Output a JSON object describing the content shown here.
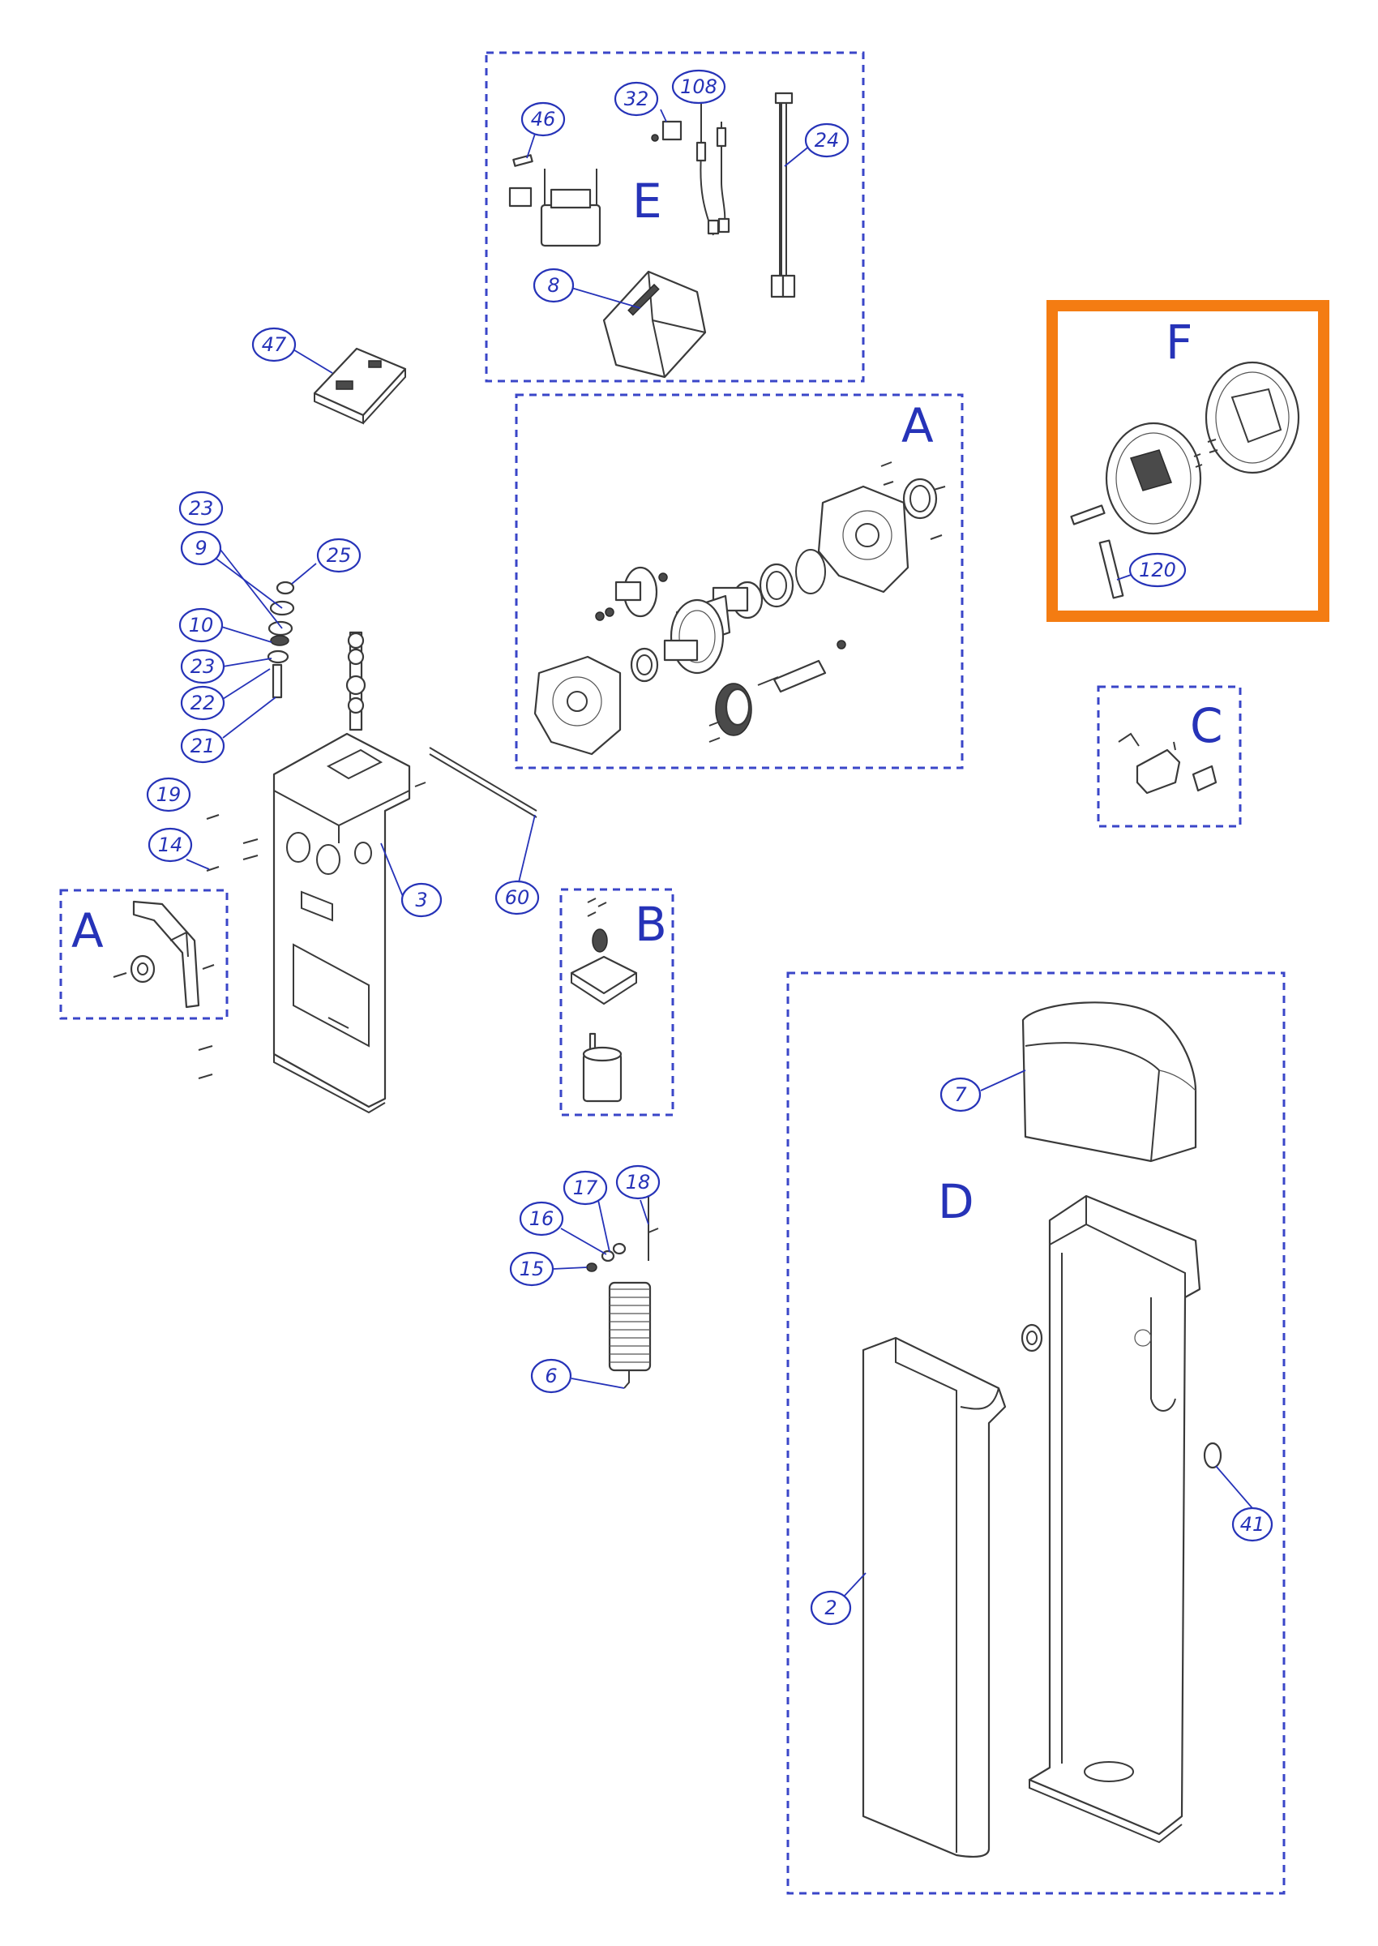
{
  "groups": {
    "E": "E",
    "A_top": "A",
    "F": "F",
    "C": "C",
    "A_left": "A",
    "B": "B",
    "D": "D"
  },
  "callouts": {
    "c46": "46",
    "c32": "32",
    "c108": "108",
    "c24": "24",
    "c8": "8",
    "c47": "47",
    "c23a": "23",
    "c9": "9",
    "c25": "25",
    "c10": "10",
    "c23b": "23",
    "c22": "22",
    "c21": "21",
    "c19": "19",
    "c14": "14",
    "c3": "3",
    "c60": "60",
    "c120": "120",
    "c7": "7",
    "c17": "17",
    "c18": "18",
    "c16": "16",
    "c15": "15",
    "c6": "6",
    "c41": "41",
    "c2": "2"
  },
  "colors": {
    "callout_blue": "#2633b8",
    "dashed_box": "#3a46c8",
    "highlight_orange": "#f47c12"
  }
}
